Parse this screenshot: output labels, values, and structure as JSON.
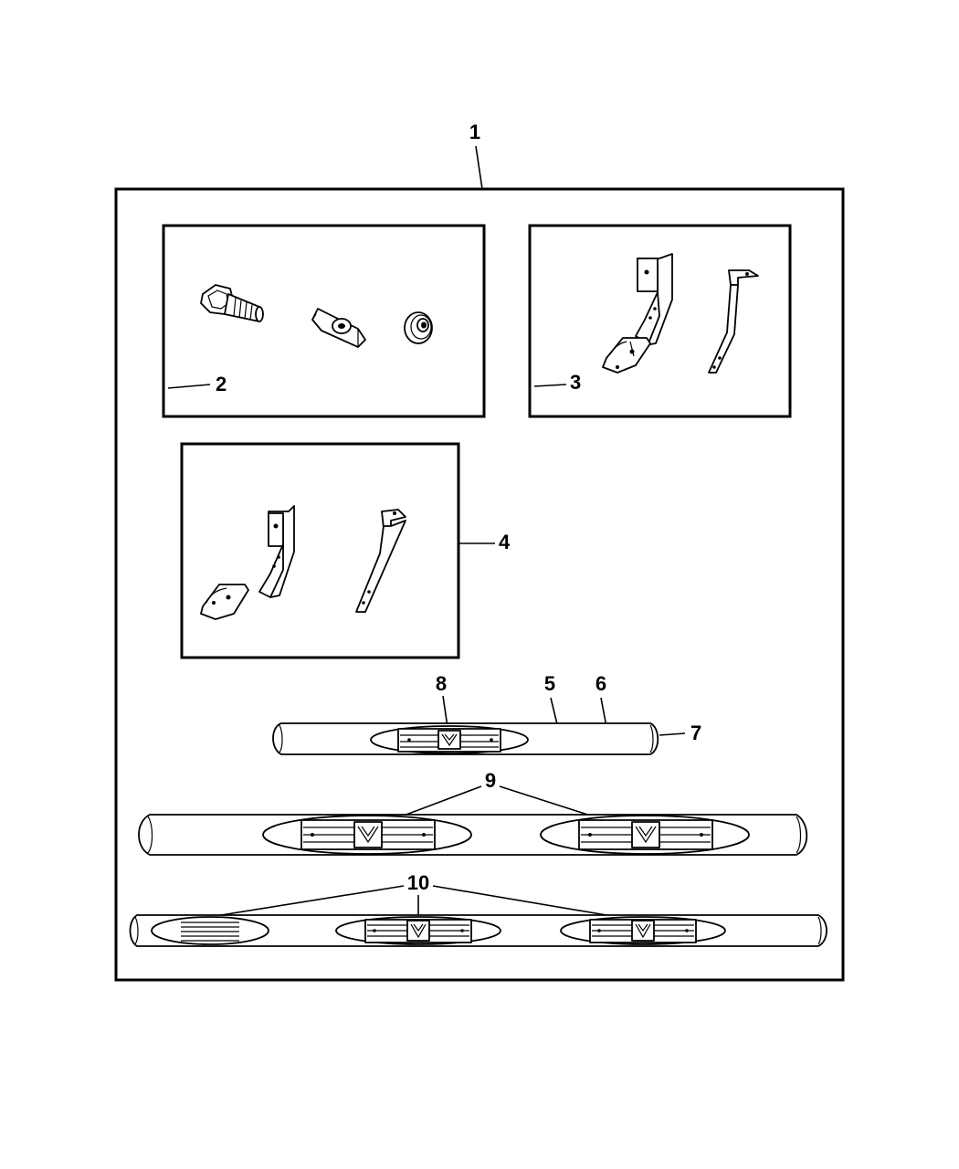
{
  "callouts": {
    "c1": "1",
    "c2": "2",
    "c3": "3",
    "c4": "4",
    "c5": "5",
    "c6": "6",
    "c7": "7",
    "c8": "8",
    "c9": "9",
    "c10": "10"
  },
  "parts": {
    "hardware": [
      "bolt-icon",
      "plate-nut-icon",
      "flange-nut-icon"
    ],
    "bracket_set_3": [
      "front-bracket-icon",
      "rear-bracket-icon"
    ],
    "bracket_set_4": [
      "front-bracket-icon",
      "rear-bracket-icon"
    ],
    "step_bars": [
      "short-step-bar",
      "medium-step-bar",
      "long-step-bar"
    ]
  }
}
